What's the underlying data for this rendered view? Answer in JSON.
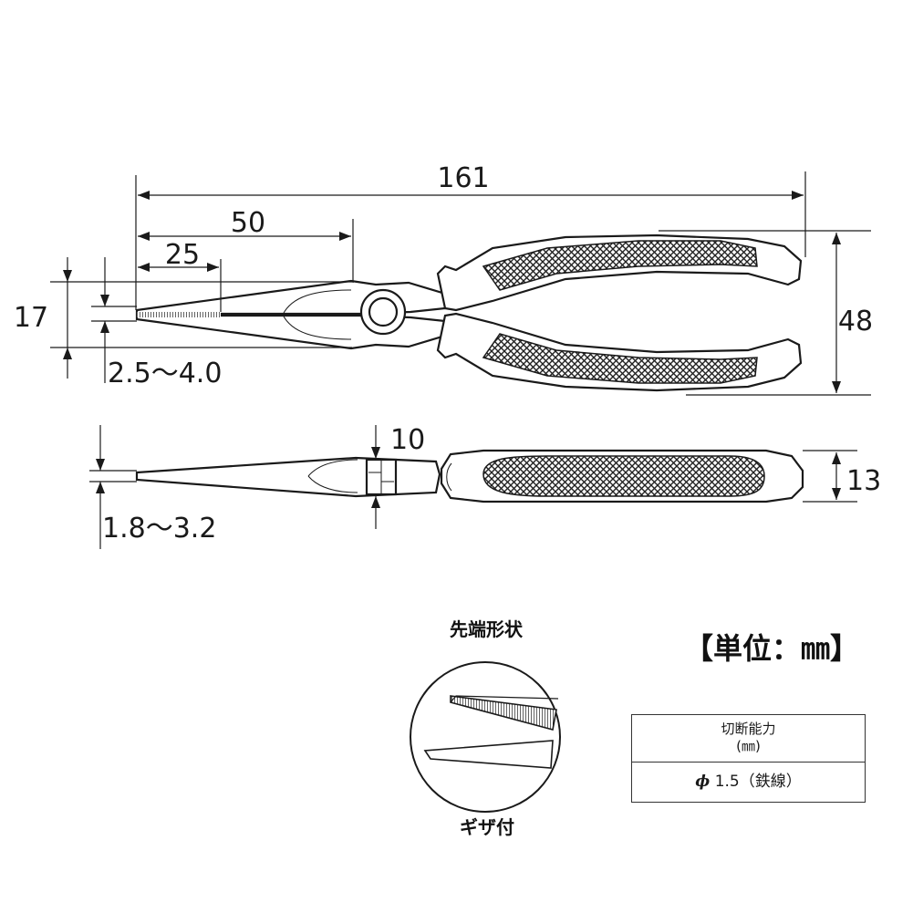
{
  "dimensions": {
    "overall_length": "161",
    "jaw_length": "50",
    "serration_length": "25",
    "jaw_width": "17",
    "tip_width_range": "2.5～4.0",
    "overall_width": "48",
    "joint_thickness": "10",
    "tip_thickness_range": "1.8～3.2",
    "handle_thickness": "13"
  },
  "tip_detail": {
    "title": "先端形状",
    "caption": "ギザ付"
  },
  "unit_label": "【単位：㎜】",
  "cutting_capacity": {
    "header": "切断能力",
    "header_unit": "(㎜)",
    "phi_symbol": "ϕ",
    "value": "1.5（鉄線）"
  },
  "colors": {
    "line": "#1a1a1a",
    "background": "#ffffff"
  }
}
